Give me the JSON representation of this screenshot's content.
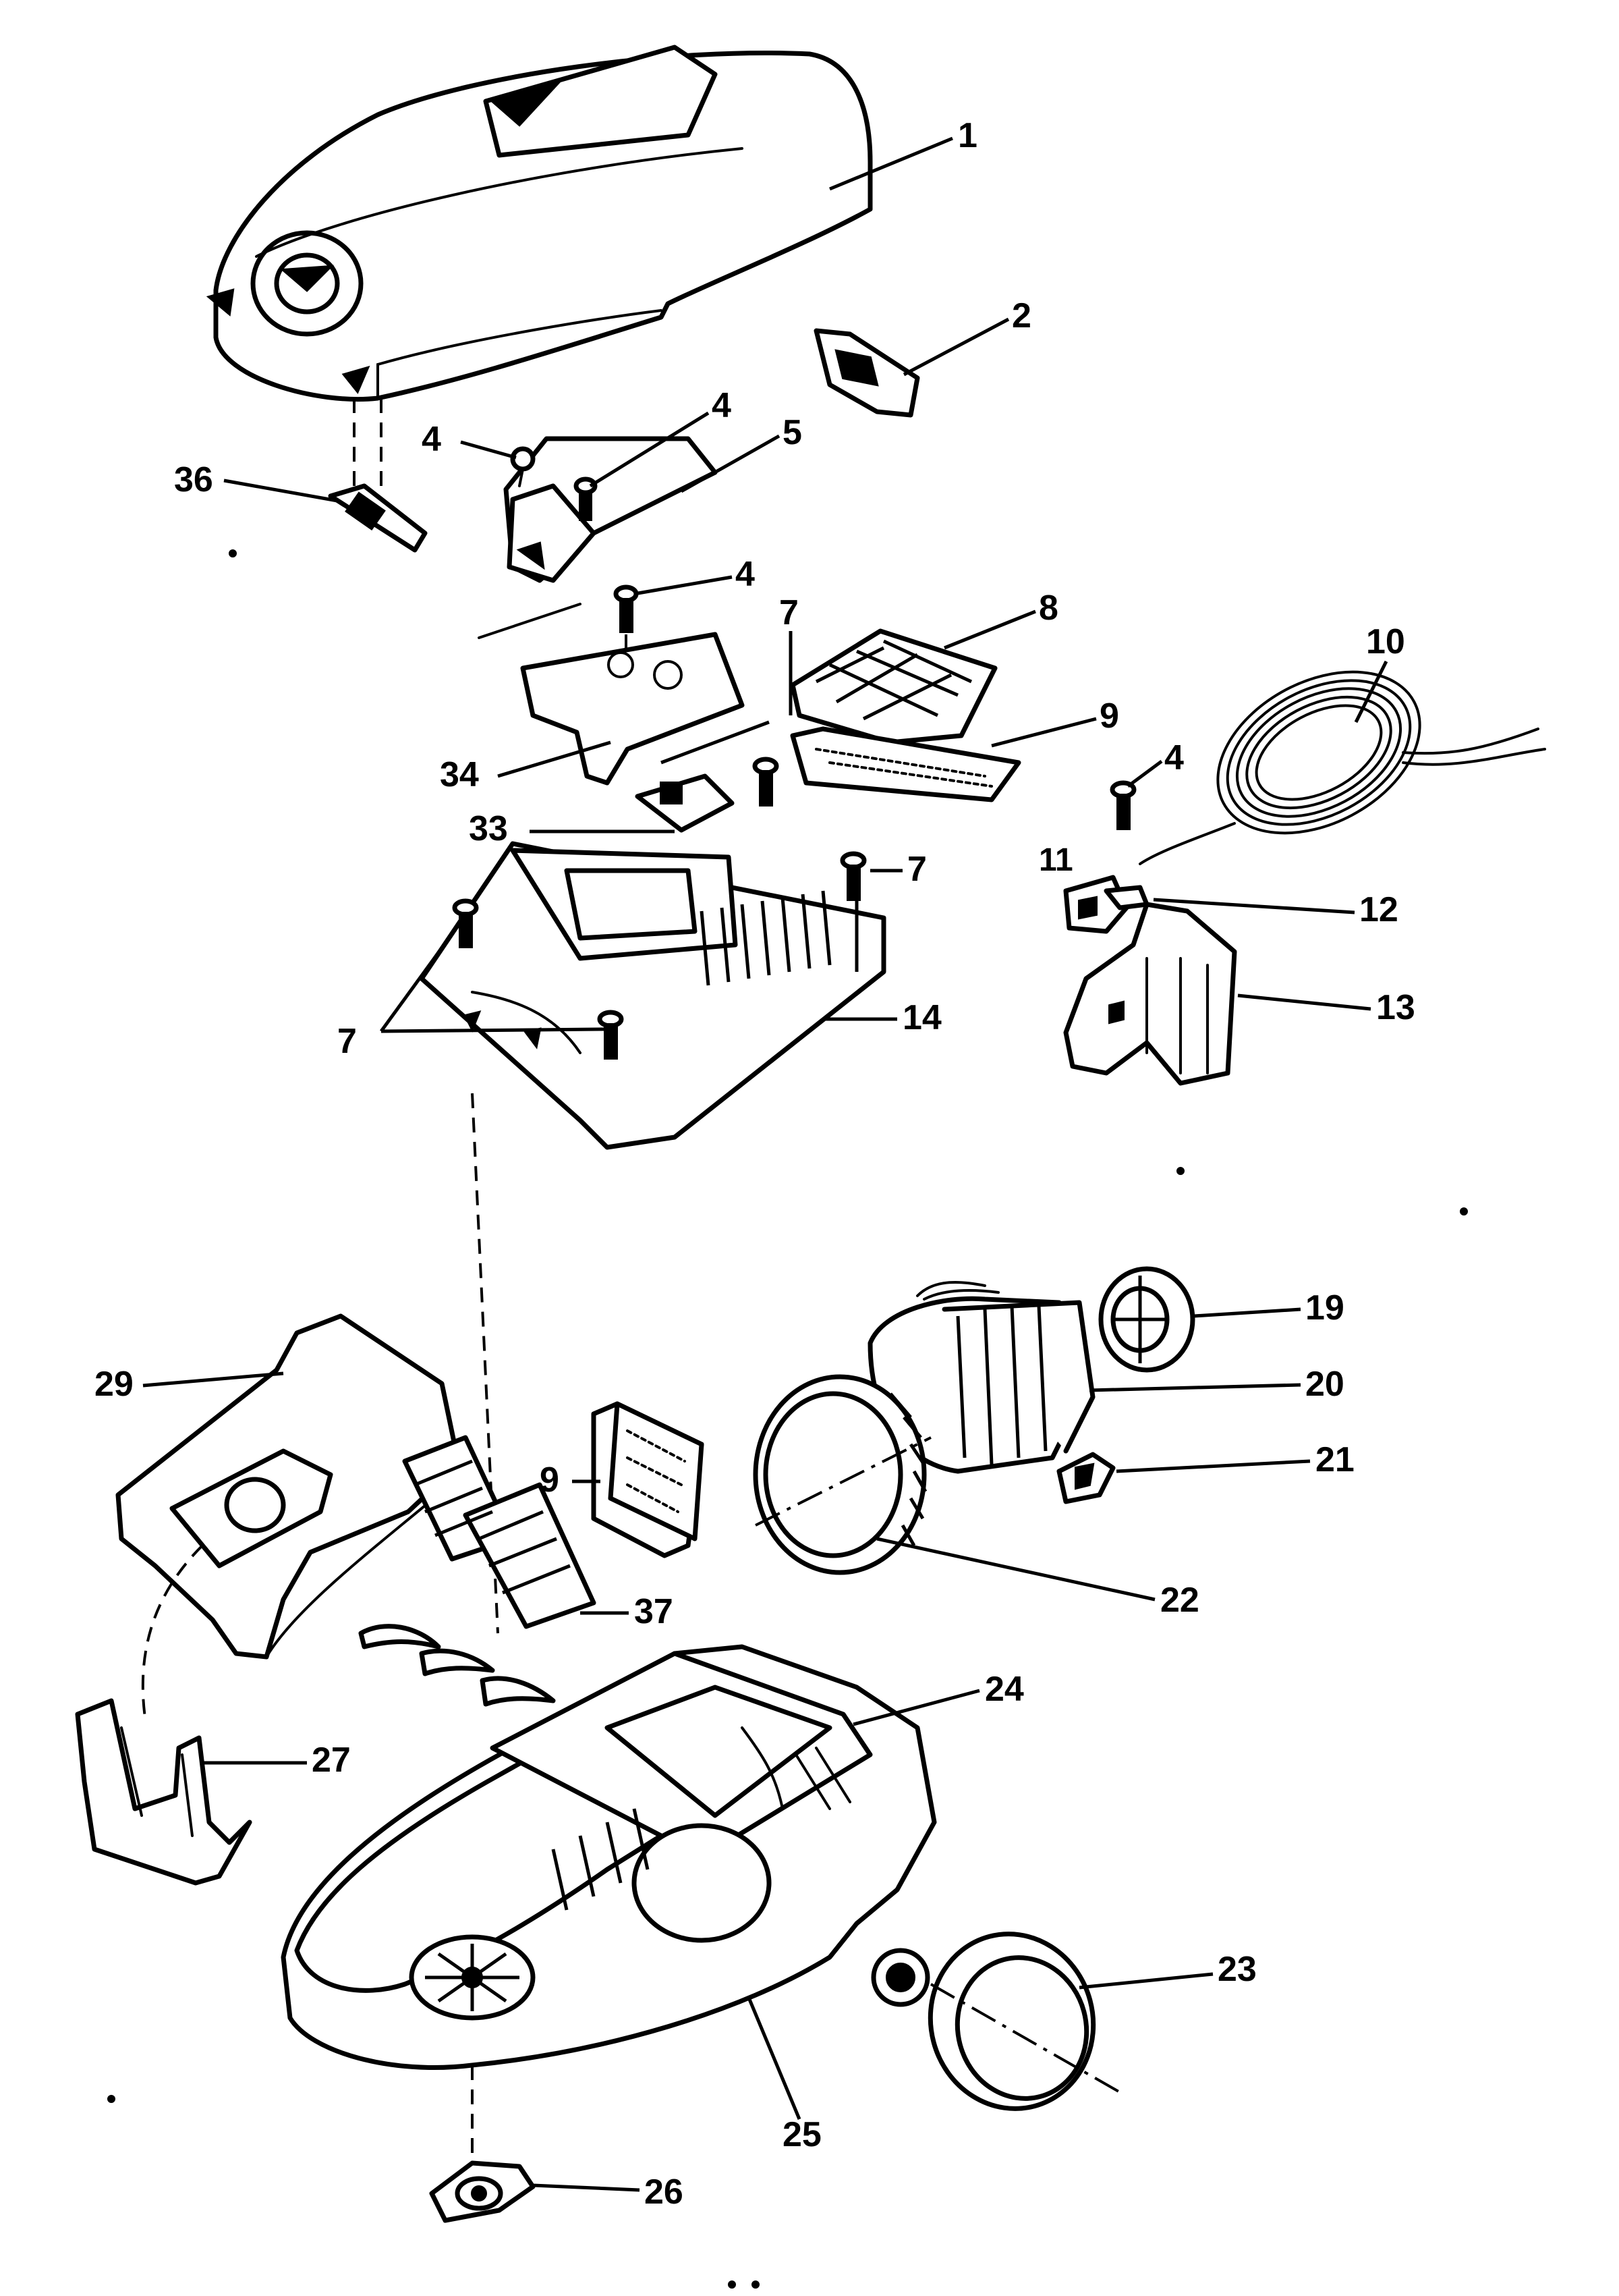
{
  "diagram": {
    "type": "exploded-parts-diagram",
    "colors": {
      "ink": "#000000",
      "paper": "#ffffff"
    },
    "parts": [
      {
        "id": "p1",
        "number": "1",
        "shape": "top-cover"
      },
      {
        "id": "p2",
        "number": "2",
        "shape": "latch"
      },
      {
        "id": "p4a",
        "number": "4",
        "shape": "screw"
      },
      {
        "id": "p4b",
        "number": "4",
        "shape": "screw"
      },
      {
        "id": "p5",
        "number": "5",
        "shape": "button-plate"
      },
      {
        "id": "p36",
        "number": "36",
        "shape": "hinge-pin"
      },
      {
        "id": "p4c",
        "number": "4",
        "shape": "screw"
      },
      {
        "id": "p7a",
        "number": "7",
        "shape": "screw"
      },
      {
        "id": "p8",
        "number": "8",
        "shape": "filter-grille"
      },
      {
        "id": "p9a",
        "number": "9",
        "shape": "filter-pad"
      },
      {
        "id": "p10",
        "number": "10",
        "shape": "power-cord"
      },
      {
        "id": "p34",
        "number": "34",
        "shape": "plate"
      },
      {
        "id": "p33",
        "number": "33",
        "shape": "switch-assembly"
      },
      {
        "id": "p4d",
        "number": "4",
        "shape": "screw"
      },
      {
        "id": "p7b",
        "number": "7",
        "shape": "screw"
      },
      {
        "id": "p11",
        "number": "11",
        "shape": "terminal-block"
      },
      {
        "id": "p12",
        "number": "12",
        "shape": "cord-clamp"
      },
      {
        "id": "p13",
        "number": "13",
        "shape": "cord-bracket"
      },
      {
        "id": "p14",
        "number": "14",
        "shape": "inner-housing"
      },
      {
        "id": "p7c",
        "number": "7",
        "shape": "screws"
      },
      {
        "id": "p19",
        "number": "19",
        "shape": "motor-fan"
      },
      {
        "id": "p20",
        "number": "20",
        "shape": "motor"
      },
      {
        "id": "p21",
        "number": "21",
        "shape": "motor-connector"
      },
      {
        "id": "p29",
        "number": "29",
        "shape": "dust-bag"
      },
      {
        "id": "p9b",
        "number": "9",
        "shape": "filter-pad"
      },
      {
        "id": "p22",
        "number": "22",
        "shape": "motor-mount-ring"
      },
      {
        "id": "p37",
        "number": "37",
        "shape": "bag-holder-frame"
      },
      {
        "id": "p24",
        "number": "24",
        "shape": "body-compartment"
      },
      {
        "id": "p27",
        "number": "27",
        "shape": "bag-clip"
      },
      {
        "id": "p23",
        "number": "23",
        "shape": "wheel"
      },
      {
        "id": "p25",
        "number": "25",
        "shape": "base-body"
      },
      {
        "id": "p26",
        "number": "26",
        "shape": "castor"
      }
    ]
  }
}
